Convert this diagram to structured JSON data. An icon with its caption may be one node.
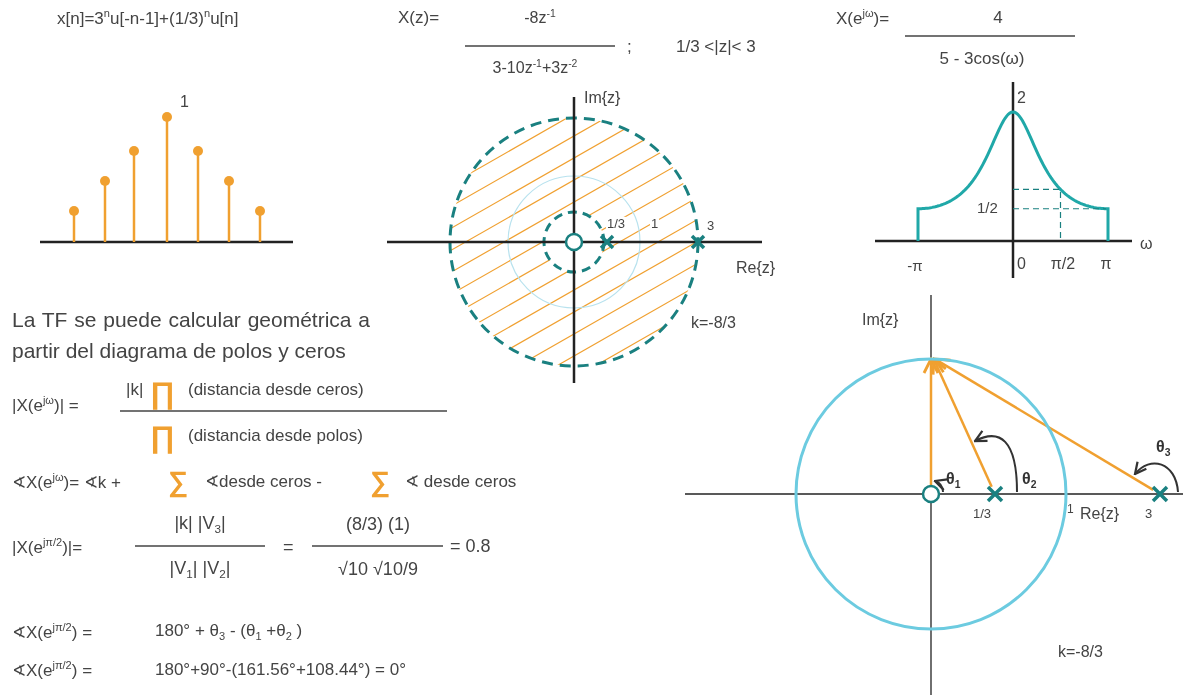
{
  "diagram": {
    "nodes": [
      {
        "text": [],
        "shape": "circle"
      },
      {
        "text": [],
        "shape": "cross"
      },
      {
        "text": [],
        "shape": "cross"
      },
      {
        "text": [],
        "shape": "circle"
      },
      {
        "text": [],
        "shape": "circle",
        "in": 3
      },
      {
        "text": [],
        "shape": "cross",
        "in": 3,
        "beside": [
          "1/3"
        ]
      },
      {
        "text": [],
        "shape": "cross",
        "beside": [
          "3"
        ]
      }
    ],
    "edges": [
      {
        "from": 4,
        "to": 3,
        "arrow": "to"
      },
      {
        "from": 5,
        "to": 3,
        "arrow": "to"
      },
      {
        "from": 6,
        "to": 3,
        "arrow": "to"
      }
    ],
    "labels": [
      "x[n]=3$^{n}$u[-n-1]+(1/3)$^{n}$u[n]",
      "1",
      "X(z)=",
      "-8z$^{-1}$",
      "3-10z$^{-1}$+3z$^{-2}$",
      ";",
      "1/3 <|z|< 3",
      "X(e$^{jω}$)=",
      "4",
      "5 - 3cos(ω)",
      "Im{z}",
      "1/3",
      "1",
      "3",
      "Re{z}",
      "2",
      "1/2",
      "ω",
      "-π",
      "0",
      "π/2",
      "π",
      "La TF se puede calcular geométrica a partir del diagrama de polos y ceros",
      "k=-8/3",
      "Im{z}",
      "|X(e$^{jω}$)| =",
      "|k|",
      "∏",
      "(distancia desde ceros)",
      "∏",
      "(distancia desde polos)",
      "∢X(e$^{jω}$)= ∢k +",
      "∑",
      "∢desde ceros -",
      "∑",
      "∢ desde ceros",
      "|X(e$^{jπ/2}$)|=",
      "|k|  |V$_{3}$|",
      "|V$_{1}$| |V$_{2}$|",
      "=",
      "(8/3)  (1)",
      "√10 √10/9",
      "= 0.8",
      "∢X(e$^{jπ/2}$) =",
      "180° + θ$_{3}$ - (θ$_{1}$ +θ$_{2}$ )",
      "∢X(e$^{jπ/2}$) =",
      "180°+90°-(161.56°+108.44°) = 0°",
      "θ$_{1}$",
      "θ$_{2}$",
      "θ$_{3}$",
      "1",
      "Re{z}",
      "k=-8/3"
    ]
  }
}
